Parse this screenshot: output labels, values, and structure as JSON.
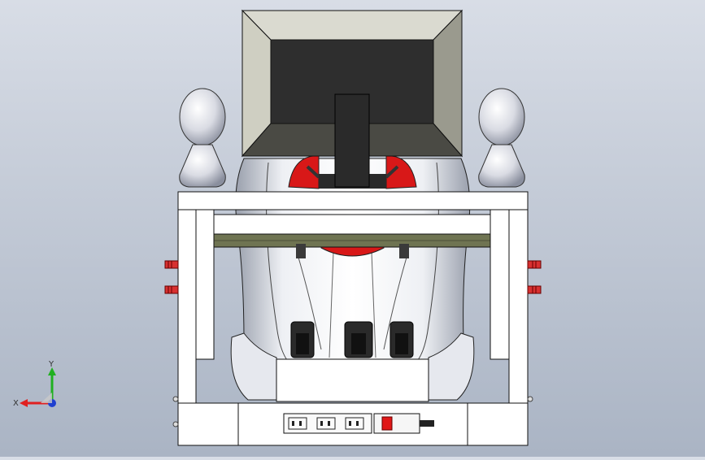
{
  "scene": {
    "kind": "cad-front-view",
    "background_top": "#d8dde6",
    "background_bottom": "#aab4c4"
  },
  "triad": {
    "x_label": "X",
    "y_label": "Y",
    "x_color": "#e02020",
    "y_color": "#20b020",
    "z_color": "#2040d0"
  },
  "colors": {
    "monitor_frame": "#2f2f2f",
    "monitor_bevel": "#cfcfc2",
    "steering_wheel": "#d81818",
    "frame_white": "#ffffff",
    "frame_olive": "#6f7452",
    "seat_white": "#f4f5f7",
    "power_switch": "#e01818"
  },
  "icons": {
    "monitor": "monitor-icon",
    "power_strip": "power-strip-icon",
    "shaker": "shaker-icon"
  }
}
